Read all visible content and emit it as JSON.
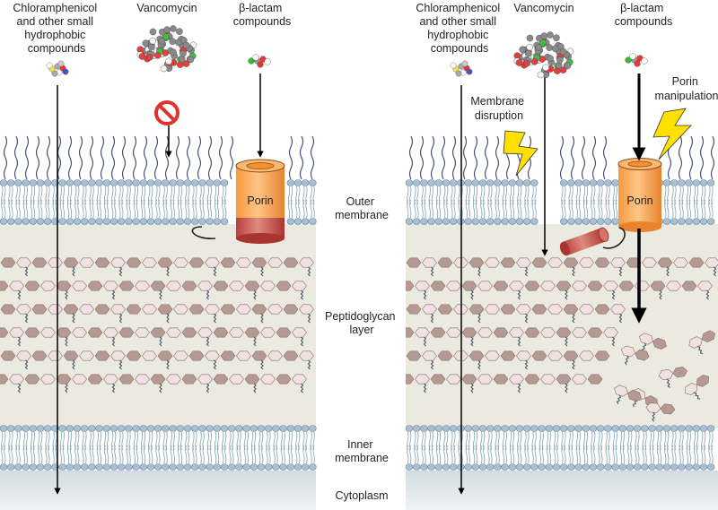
{
  "left_panel": {
    "compound_labels": {
      "chloramphenicol": [
        "Chloramphenicol",
        "and other small",
        "hydrophobic",
        "compounds"
      ],
      "vancomycin": [
        "Vancomycin"
      ],
      "beta_lactam": [
        "β-lactam",
        "compounds"
      ]
    },
    "porin_label": "Porin"
  },
  "right_panel": {
    "compound_labels": {
      "chloramphenicol": [
        "Chloramphenicol",
        "and other small",
        "hydrophobic",
        "compounds"
      ],
      "vancomycin": [
        "Vancomycin"
      ],
      "beta_lactam": [
        "β-lactam",
        "compounds"
      ]
    },
    "porin_label": "Porin",
    "annotations": {
      "membrane_disruption": [
        "Membrane",
        "disruption"
      ],
      "porin_manipulation": [
        "Porin",
        "manipulation"
      ]
    }
  },
  "layer_labels": {
    "outer_membrane": [
      "Outer",
      "membrane"
    ],
    "peptidoglycan": [
      "Peptidoglycan",
      "layer"
    ],
    "inner_membrane": [
      "Inner",
      "membrane"
    ],
    "cytoplasm": [
      "Cytoplasm"
    ]
  },
  "colors": {
    "periplasm": "#ebeae0",
    "cytoplasm": "#d9e3e6",
    "lipid_head": "#a9bfd3",
    "lipid_tail": "#8ea9b7",
    "lps_chain": "#3b4571",
    "glycan_dark": "#b49a93",
    "glycan_light": "#f0e2e2",
    "porin_orange": "#f7a34f",
    "porin_red": "#c0504d",
    "lightning": "#ffe100",
    "stop_sign": "#e0312a"
  }
}
